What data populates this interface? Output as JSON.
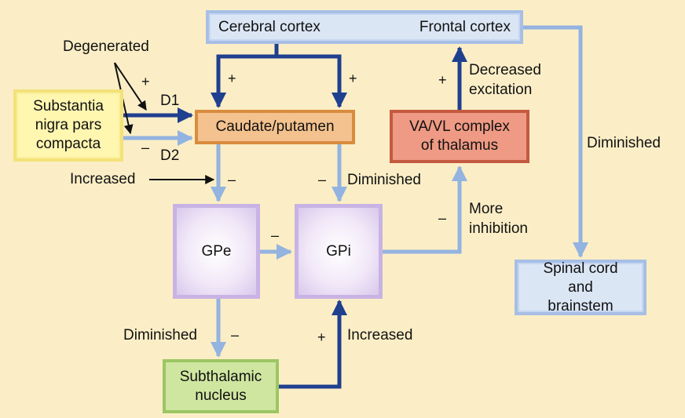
{
  "nodes": {
    "cerebral_cortex": "Cerebral cortex",
    "frontal_cortex": "Frontal cortex",
    "substantia_nigra": "Substantia nigra pars compacta",
    "caudate_putamen": "Caudate/putamen",
    "thalamus": "VA/VL complex of thalamus",
    "gpe": "GPe",
    "gpi": "GPi",
    "spinal_cord": "Spinal cord and brainstem",
    "subthalamic": "Subthalamic nucleus"
  },
  "labels": {
    "degenerated": "Degenerated",
    "d1": "D1",
    "d2": "D2",
    "increased_input": "Increased",
    "diminished_gpi": "Diminished",
    "decreased_excitation": "Decreased excitation",
    "more_inhibition": "More inhibition",
    "diminished_spinal": "Diminished",
    "diminished_stn": "Diminished",
    "increased_stn": "Increased"
  },
  "signs": {
    "plus": "+",
    "minus": "–"
  },
  "colors": {
    "background": "#fbeec6",
    "dark_arrow": "#1f3f8f",
    "light_arrow": "#93b3e0"
  }
}
